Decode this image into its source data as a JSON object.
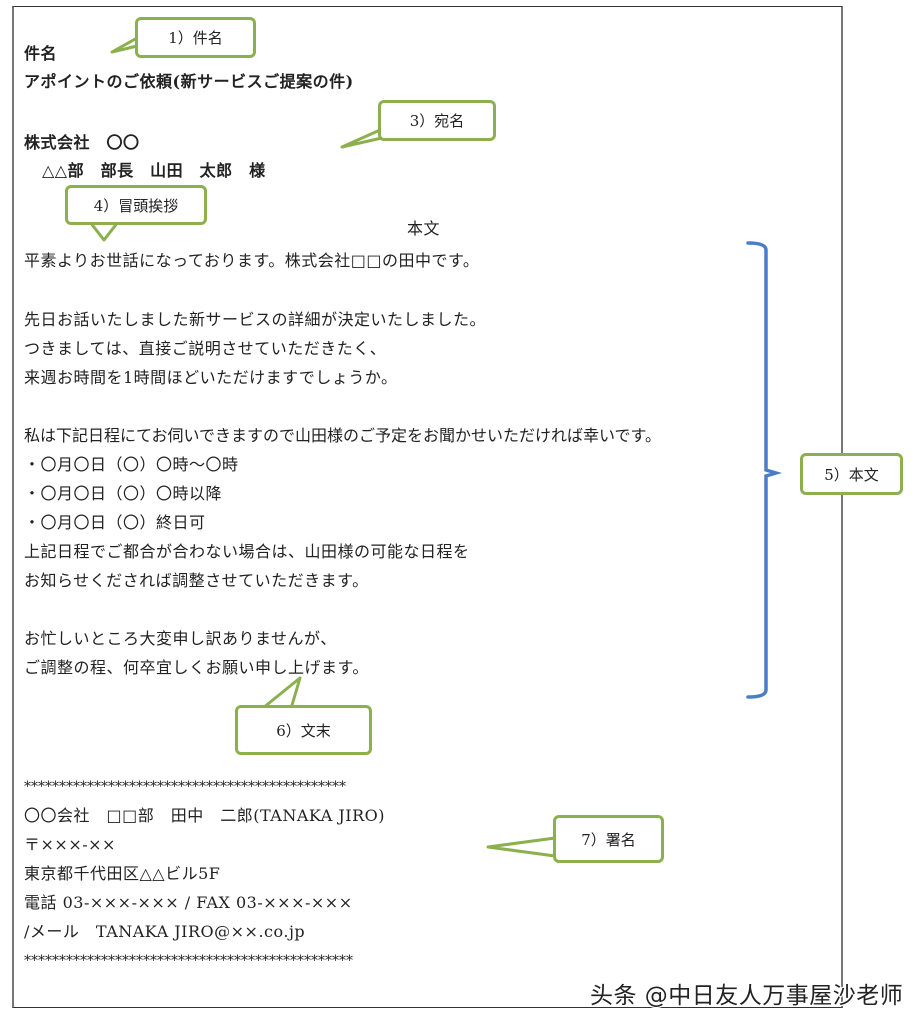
{
  "document": {
    "subject_label": "件名",
    "subject": "アポイントのご依頼(新サービスご提案の件)",
    "recipient_company": "株式会社　〇〇",
    "recipient_person": "△△部　部長　山田　太郎　様",
    "body_heading": "本文",
    "body_lines": [
      "平素よりお世話になっております。株式会社□□の田中です。",
      "先日お話いたしました新サービスの詳細が決定いたしました。",
      "つきましては、直接ご説明させていただきたく、",
      "来週お時間を1時間ほどいただけますでしょうか。",
      "私は下記日程にてお伺いできますので山田様のご予定をお聞かせいただければ幸いです。",
      "・〇月〇日（〇）〇時～〇時",
      "・〇月〇日（〇）〇時以降",
      "・〇月〇日（〇）終日可",
      "上記日程でご都合が合わない場合は、山田様の可能な日程を",
      "お知らせくだされば調整させていただきます。",
      "お忙しいところ大変申し訳ありませんが、",
      "ご調整の程、何卒宜しくお願い申し上げます。"
    ],
    "signature": {
      "border_top": "**********************************************",
      "name_line": "〇〇会社　□□部　田中　二郎(TANAKA JIRO)",
      "postal": "〒×××-××",
      "address": "東京都千代田区△△ビル5F",
      "phone_fax": "電話 03-×××-××× / FAX 03-×××-×××",
      "email": "/メール　TANAKA JIRO@××.co.jp",
      "border_bottom": "***********************************************"
    }
  },
  "callouts": {
    "c1": "1）件名",
    "c3": "3）宛名",
    "c4": "4）冒頭挨拶",
    "c5": "5）本文",
    "c6": "6）文末",
    "c7": "7）署名"
  },
  "colors": {
    "callout_border": "#8db04f",
    "bracket": "#4a7ec4"
  },
  "watermark": "头条 @中日友人万事屋沙老师"
}
